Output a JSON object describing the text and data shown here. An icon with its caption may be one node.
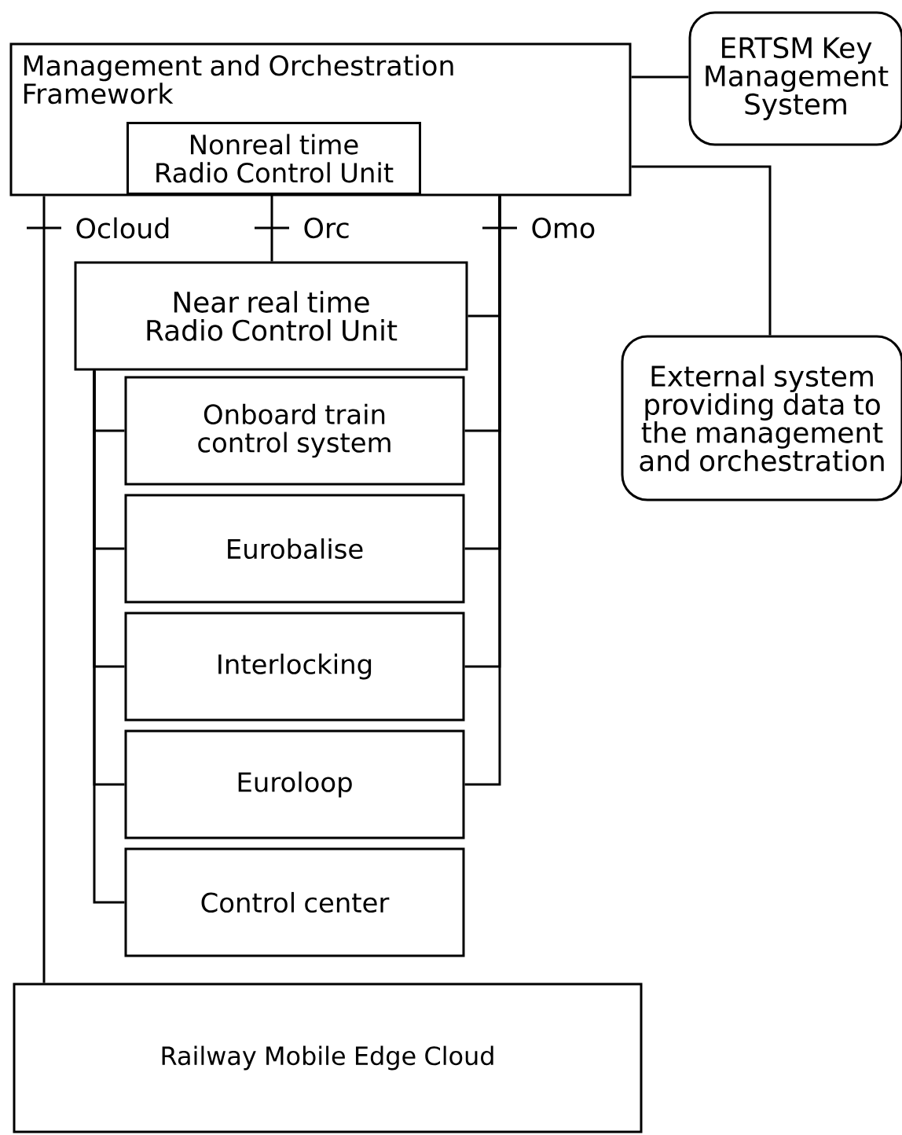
{
  "diagram": {
    "nodes": [
      {
        "text": [
          "Management and Orchestration Framework"
        ]
      },
      {
        "text": [
          "Nonreal time Radio Control Unit"
        ],
        "in": 0
      },
      {
        "text": [
          "ERTSM Key Management System"
        ]
      },
      {
        "text": [
          "External system providing data to the management and orchestration"
        ]
      },
      {
        "text": [
          "Near real time Radio Control Unit"
        ]
      },
      {
        "text": [
          "Onboard train control system"
        ]
      },
      {
        "text": [
          "Eurobalise"
        ]
      },
      {
        "text": [
          "Interlocking"
        ]
      },
      {
        "text": [
          "Euroloop"
        ]
      },
      {
        "text": [
          "Control center"
        ]
      },
      {
        "text": [
          "Railway Mobile Edge Cloud"
        ]
      }
    ],
    "edges": [
      {
        "from": 0,
        "to": 2,
        "arrow": "none"
      },
      {
        "from": 0,
        "to": 3,
        "arrow": "none"
      },
      {
        "from": 0,
        "to": 10,
        "arrow": "none",
        "label": "Ocloud"
      },
      {
        "from": 1,
        "to": 4,
        "arrow": "none",
        "label": "Orc"
      },
      {
        "from": 0,
        "to": 4,
        "arrow": "none",
        "label": "Omo"
      },
      {
        "from": 0,
        "to": 5,
        "arrow": "none"
      },
      {
        "from": 0,
        "to": 6,
        "arrow": "none"
      },
      {
        "from": 0,
        "to": 7,
        "arrow": "none"
      },
      {
        "from": 0,
        "to": 8,
        "arrow": "none"
      },
      {
        "from": 4,
        "to": 5,
        "arrow": "none"
      },
      {
        "from": 4,
        "to": 6,
        "arrow": "none"
      },
      {
        "from": 4,
        "to": 7,
        "arrow": "none"
      },
      {
        "from": 4,
        "to": 8,
        "arrow": "none"
      },
      {
        "from": 4,
        "to": 9,
        "arrow": "none"
      }
    ]
  }
}
